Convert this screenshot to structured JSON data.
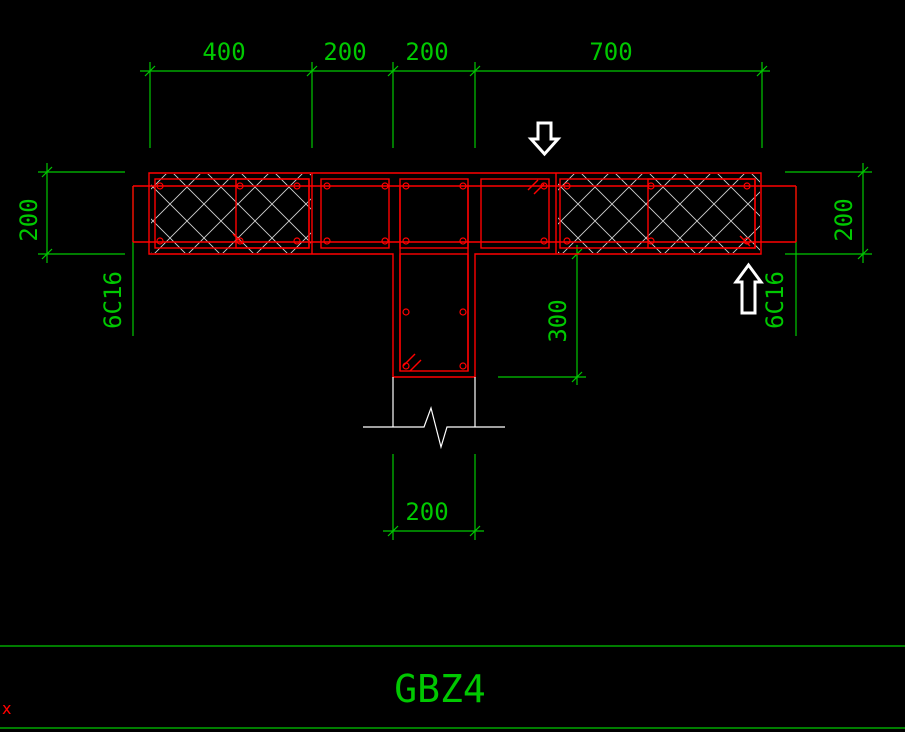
{
  "drawing": {
    "title": "GBZ4",
    "axis_marker": "x",
    "colors": {
      "background": "#000000",
      "dimension": "#00c800",
      "outline": "#ff0000",
      "hatch": "#d0d0d0",
      "marker": "#ffffff",
      "break_line": "#ffffff"
    },
    "dimensions": {
      "top_1": "400",
      "top_2": "200",
      "top_3": "200",
      "top_4": "700",
      "left_height": "200",
      "right_height": "200",
      "web_depth": "300",
      "bottom_width": "200"
    },
    "rebar": {
      "left_label": "6C16",
      "right_label": "6C16"
    },
    "icons": {
      "top_marker": "down-arrow-icon",
      "right_marker": "up-arrow-icon"
    }
  }
}
